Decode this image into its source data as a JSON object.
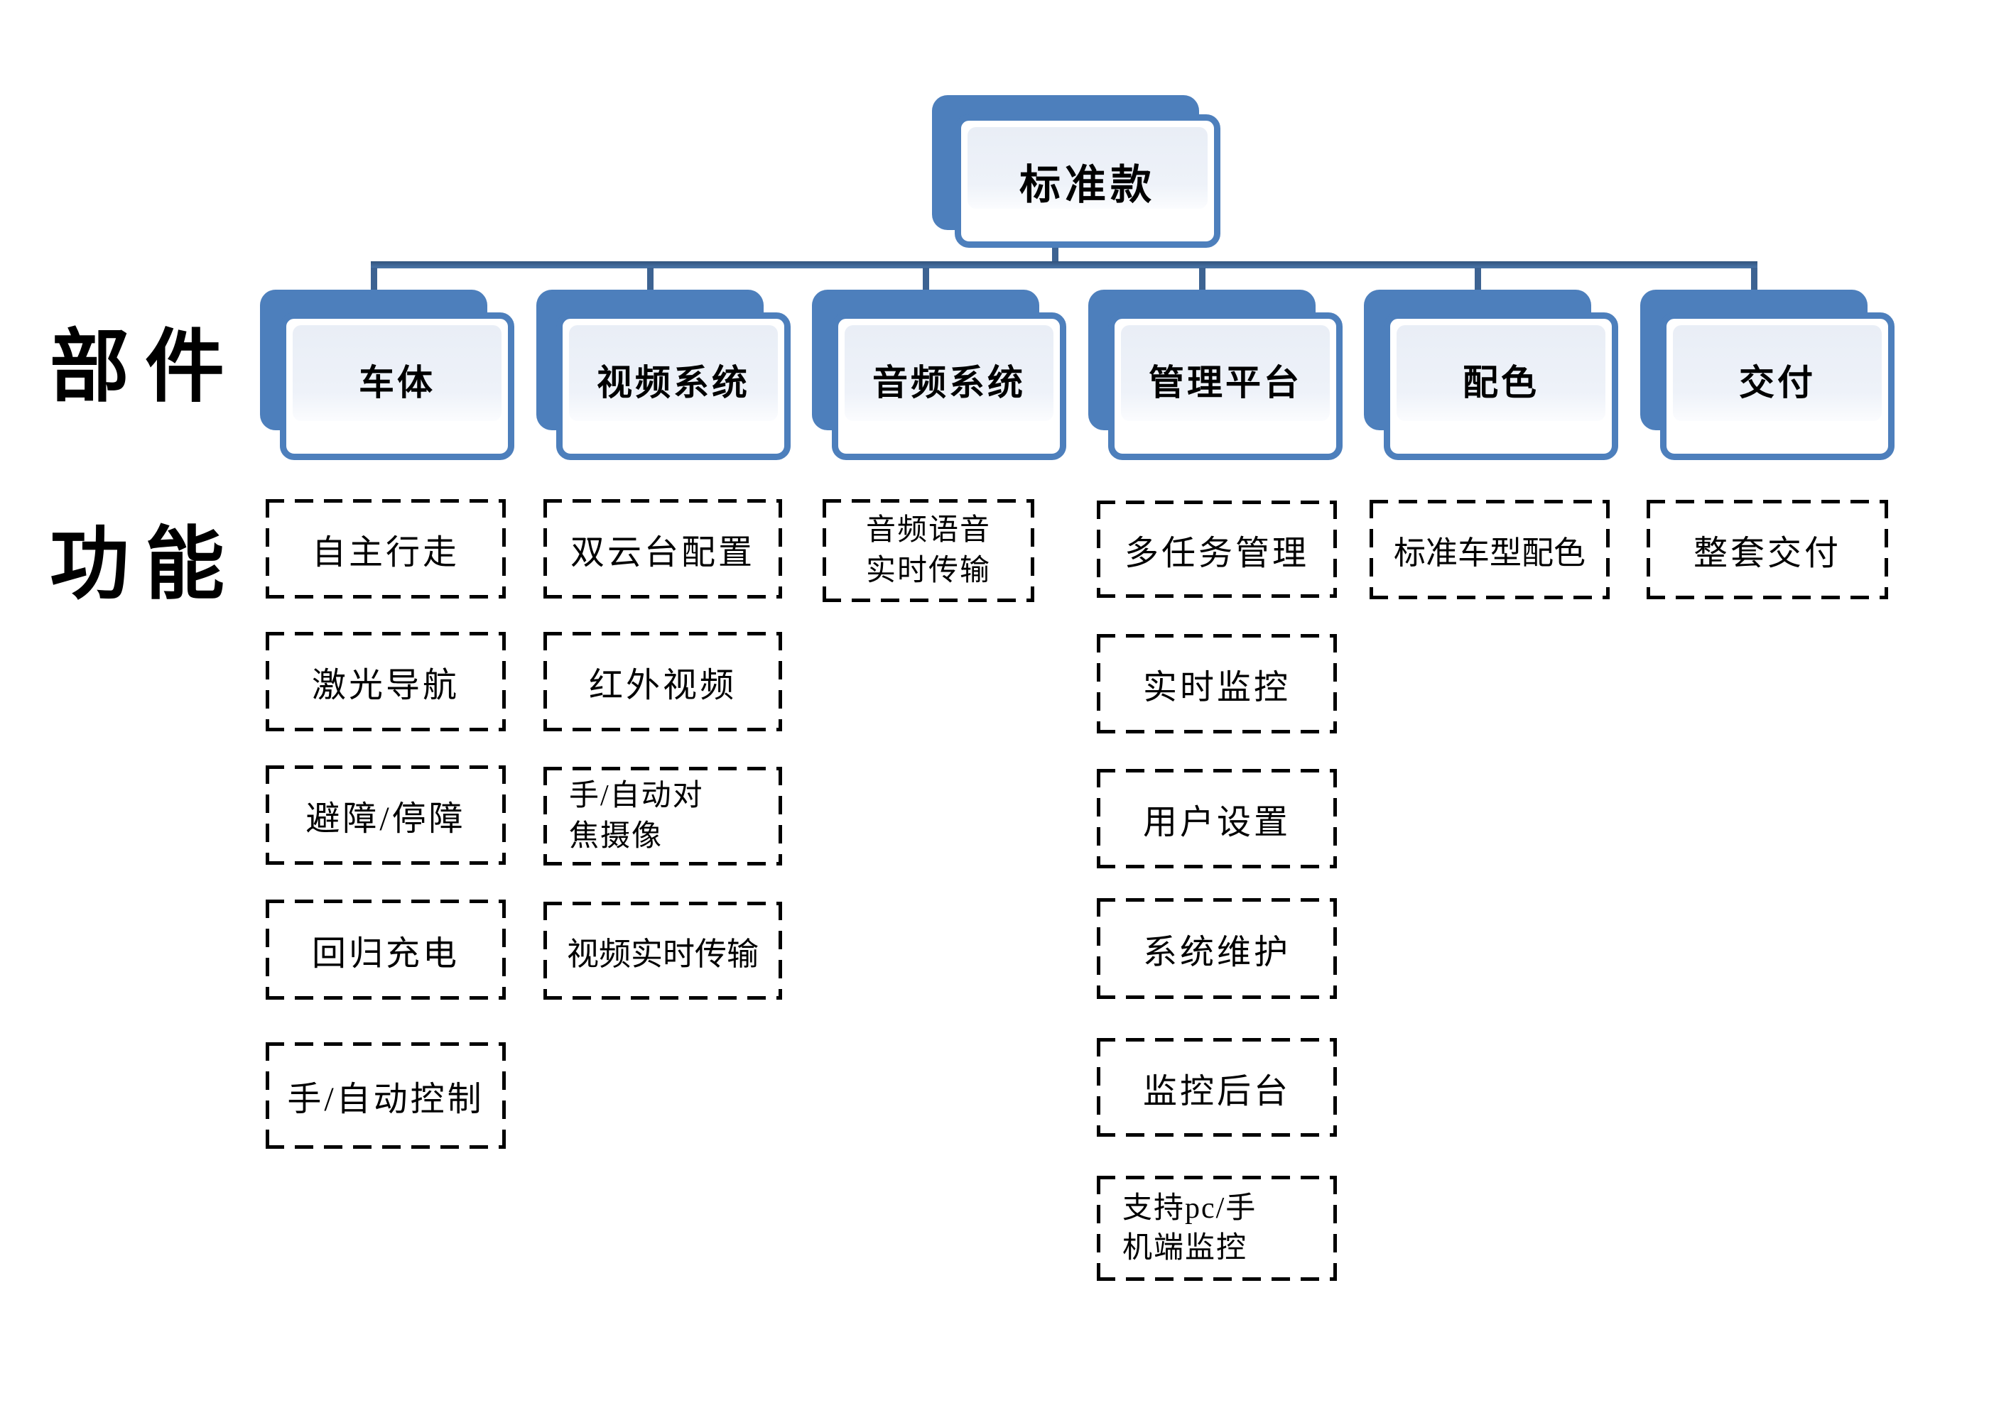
{
  "colors": {
    "accent_blue": "#4d7fbc",
    "connector_blue": "#3d6392",
    "panel_light": "#e9eef6",
    "dash": "#000000",
    "text": "#000000"
  },
  "root": {
    "label": "标准款"
  },
  "row_labels": {
    "parts": "部件",
    "functions": "功能"
  },
  "columns": [
    {
      "part": "车体",
      "functions": [
        "自主行走",
        "激光导航",
        "避障/停障",
        "回归充电",
        "手/自动控制"
      ]
    },
    {
      "part": "视频系统",
      "functions": [
        "双云台配置",
        "红外视频",
        "手/自动对\n焦摄像",
        "视频实时传输"
      ]
    },
    {
      "part": "音频系统",
      "functions": [
        "音频语音\n实时传输"
      ]
    },
    {
      "part": "管理平台",
      "functions": [
        "多任务管理",
        "实时监控",
        "用户设置",
        "系统维护",
        "监控后台",
        "支持pc/手\n机端监控"
      ]
    },
    {
      "part": "配色",
      "functions": [
        "标准车型配色"
      ]
    },
    {
      "part": "交付",
      "functions": [
        "整套交付"
      ]
    }
  ]
}
